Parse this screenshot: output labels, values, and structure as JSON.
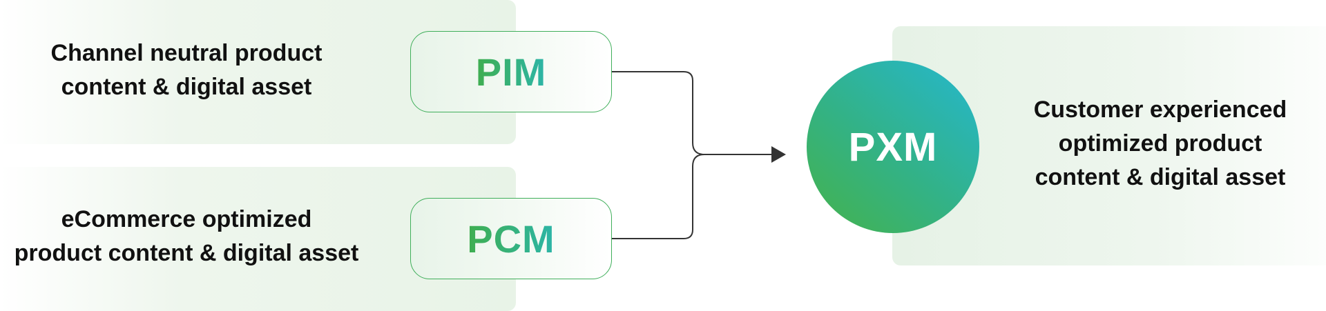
{
  "inputs": [
    {
      "id": "pim",
      "label": "PIM",
      "description": [
        "Channel neutral product",
        "content & digital asset"
      ]
    },
    {
      "id": "pcm",
      "label": "PCM",
      "description": [
        "eCommerce optimized",
        "product content & digital asset"
      ]
    }
  ],
  "output": {
    "label": "PXM",
    "description": [
      "Customer experienced",
      "optimized product",
      "content & digital asset"
    ]
  },
  "colors": {
    "green": "#45b24a",
    "teal": "#25b7cf",
    "box_border": "#3fae5a",
    "panel": "#eaf4ea",
    "text": "#111111",
    "connector": "#333333"
  }
}
